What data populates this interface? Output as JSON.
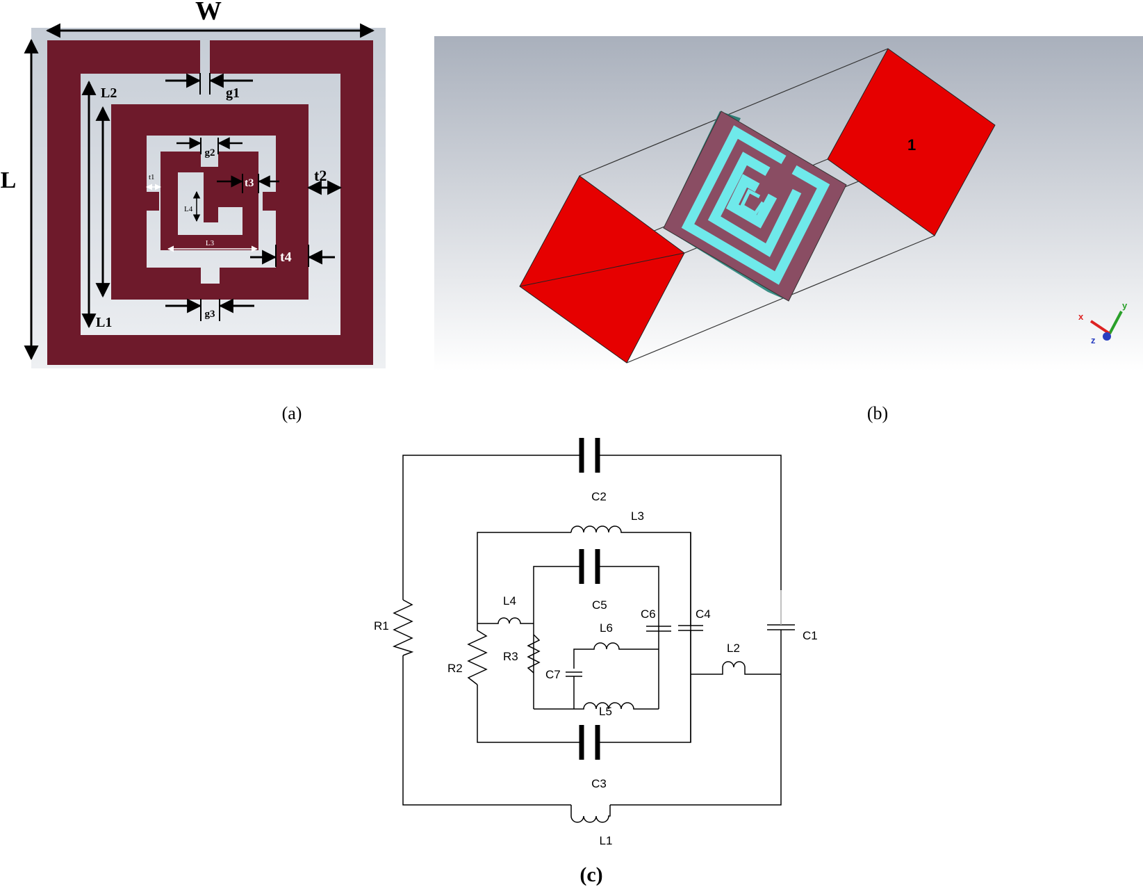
{
  "panel_a": {
    "caption": "(a)",
    "dims": {
      "W": "W",
      "L": "L",
      "L1": "L1",
      "L2": "L2",
      "L3": "L3",
      "L4": "L4",
      "g1": "g1",
      "g2": "g2",
      "g3": "g3",
      "t1": "t1",
      "t2": "t2",
      "t3": "t3",
      "t4": "t4"
    },
    "colors": {
      "metal": "#6e1a2b",
      "substrate": "#c9d0d8"
    }
  },
  "panel_b": {
    "caption": "(b)",
    "port_label": "1",
    "axes": {
      "x": "x",
      "y": "y",
      "z": "z"
    },
    "colors": {
      "port": "#e60000",
      "substrate": "#3d8a82",
      "patch": "#8c5066",
      "slots": "#72ecec"
    }
  },
  "panel_c": {
    "caption": "(c)",
    "components": {
      "R1": "R1",
      "R2": "R2",
      "R3": "R3",
      "C1": "C1",
      "C2": "C2",
      "C3": "C3",
      "C4": "C4",
      "C5": "C5",
      "C6": "C6",
      "C7": "C7",
      "L1": "L1",
      "L2": "L2",
      "L3": "L3",
      "L4": "L4",
      "L5": "L5",
      "L6": "L6"
    }
  }
}
